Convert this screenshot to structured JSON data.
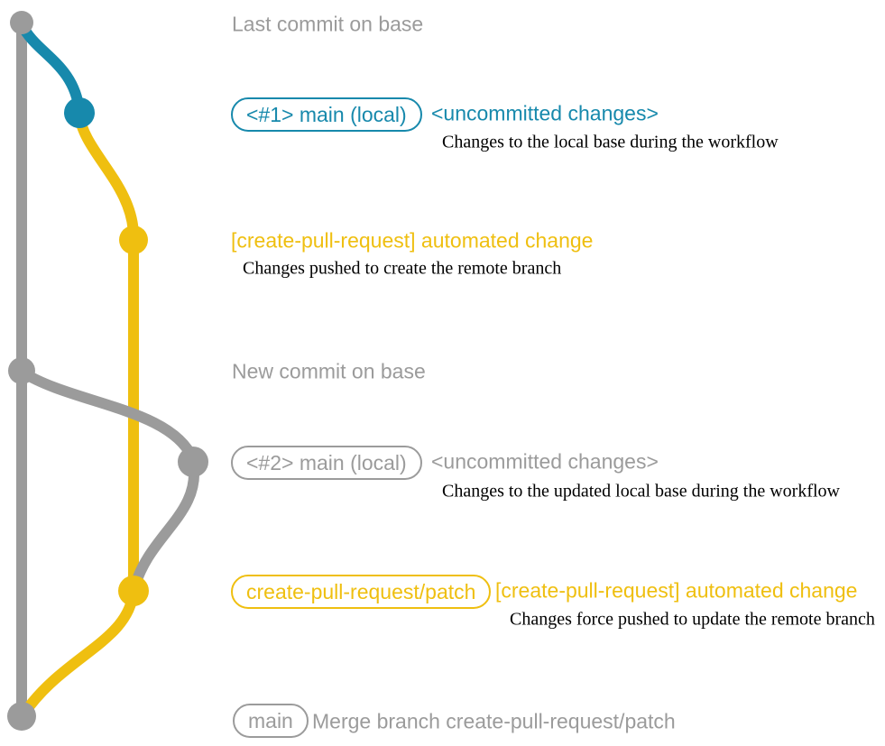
{
  "colors": {
    "gray": "#9b9b9b",
    "blue": "#1789ac",
    "yellow": "#efbf10",
    "black": "#000000"
  },
  "annotations": {
    "last_commit_heading": "Last commit on base",
    "new_commit_heading": "New commit on base"
  },
  "branch1": {
    "badge": "<#1> main (local)",
    "status": "<uncommitted changes>",
    "description": "Changes to the local base during the workflow"
  },
  "automated1": {
    "label": "[create-pull-request] automated change",
    "description": "Changes pushed to create the remote branch"
  },
  "branch2": {
    "badge": "<#2> main (local)",
    "status": "<uncommitted changes>",
    "description": "Changes to the updated local base during the workflow"
  },
  "automated2": {
    "badge": "create-pull-request/patch",
    "label": "[create-pull-request] automated change",
    "description": "Changes force pushed to update the remote branch"
  },
  "merge": {
    "badge": "main",
    "label": "Merge branch create-pull-request/patch"
  }
}
